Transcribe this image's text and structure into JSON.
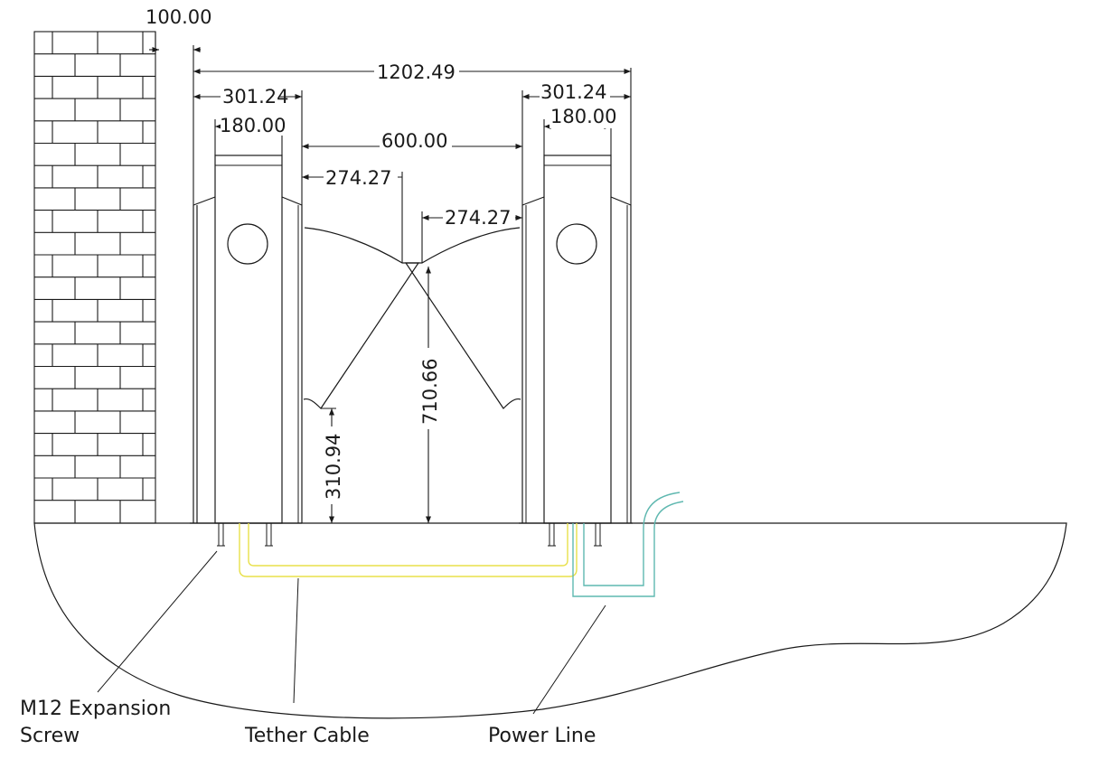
{
  "dimensions": {
    "wall_gap": "100.00",
    "overall_width": "1202.49",
    "left_cabinet_width": "301.24",
    "right_cabinet_width": "301.24",
    "left_core_width": "180.00",
    "right_core_width": "180.00",
    "passage_width": "600.00",
    "left_wing_width": "274.27",
    "right_wing_width": "274.27",
    "wing_top_height": "710.66",
    "wing_bottom_height": "310.94"
  },
  "labels": {
    "screw_line1": "M12 Expansion",
    "screw_line2": "Screw",
    "tether": "Tether Cable",
    "power": "Power Line"
  },
  "colors": {
    "tether_cable": "#e8e04a",
    "power_line": "#5fb8b0"
  }
}
